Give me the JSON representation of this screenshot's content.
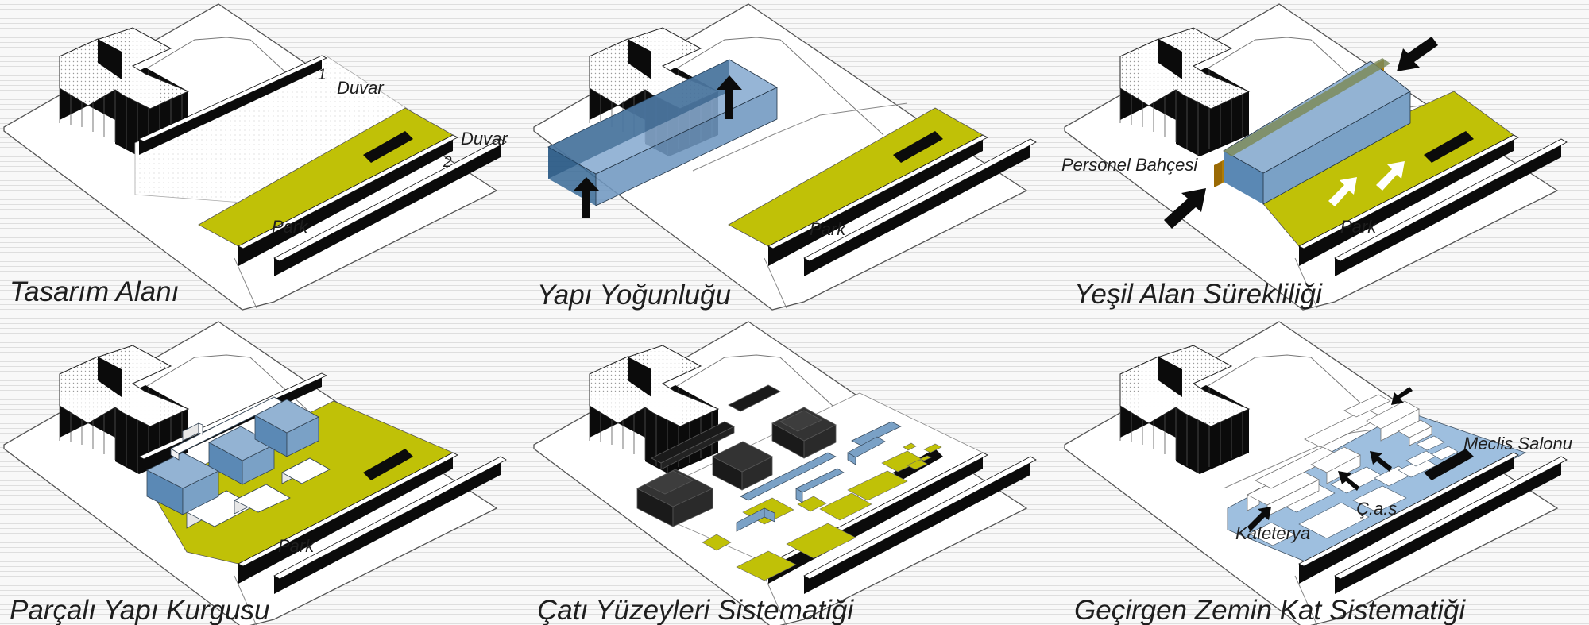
{
  "palette": {
    "ground": "#ffffff",
    "park": "#c0c107",
    "blue": "#7aa1c6",
    "dark_blue": "#1f4e7a",
    "orange": "#d39a0c",
    "black": "#0b0b0b"
  },
  "panels": [
    {
      "title": "Tasarım Alanı",
      "park_label": "Park",
      "wall_label_1": "Duvar",
      "wall_label_2": "Duvar",
      "wall_num_1": "1",
      "wall_num_2": "2"
    },
    {
      "title": "Yapı Yoğunluğu",
      "park_label": "Park"
    },
    {
      "title": "Yeşil Alan Sürekliliği",
      "park_label": "Park",
      "garden_label": "Personel Bahçesi"
    },
    {
      "title": "Parçalı Yapı Kurgusu",
      "park_label": "Park"
    },
    {
      "title": "Çatı Yüzeyleri Sistematiği"
    },
    {
      "title": "Geçirgen Zemin Kat Sistematiği",
      "meeting_label": "Meclis Salonu",
      "cas_label": "Ç.a.s",
      "cafe_label": "Kafeterya"
    }
  ]
}
